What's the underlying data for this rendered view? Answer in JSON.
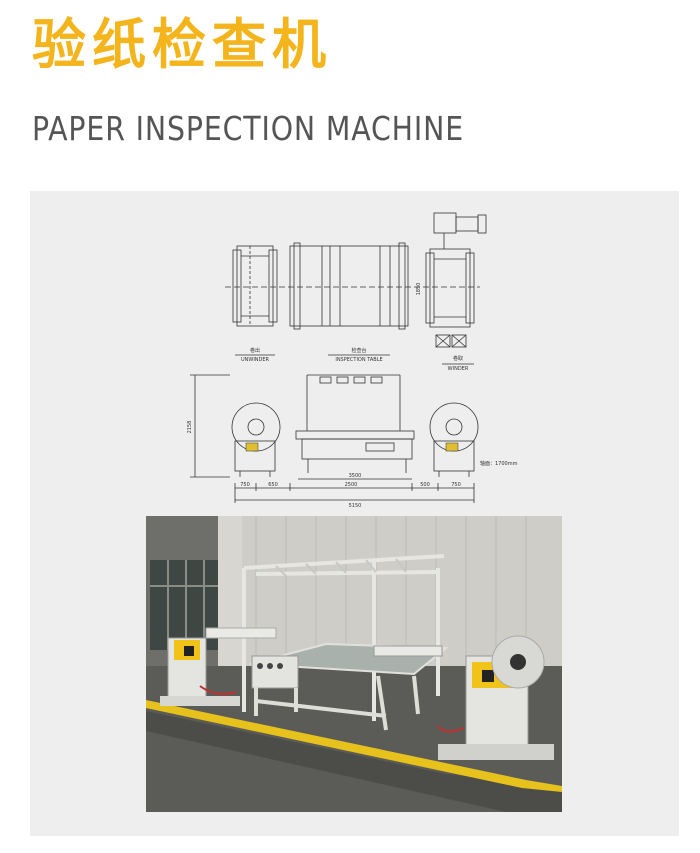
{
  "header": {
    "title_cn": "验纸检查机",
    "title_en": "PAPER INSPECTION MACHINE"
  },
  "drawing": {
    "labels": {
      "unwinder_cn": "卷出",
      "unwinder_en": "UNWINDER",
      "table_cn": "检查台",
      "table_en": "INSPECTION TABLE",
      "winder_cn": "卷取",
      "winder_en": "WINDER",
      "width_dim": "1850",
      "height_dim": "2158",
      "note": "轴面：1700mm"
    },
    "dimensions": {
      "d_3500": "3500",
      "d_750_left": "750",
      "d_650": "650",
      "d_2500": "2500",
      "d_500": "500",
      "d_750_right": "750",
      "total": "5150"
    }
  },
  "colors": {
    "accent": "#f4b41c",
    "title_gray": "#555555",
    "panel": "#eeeeee",
    "line": "#333333"
  }
}
